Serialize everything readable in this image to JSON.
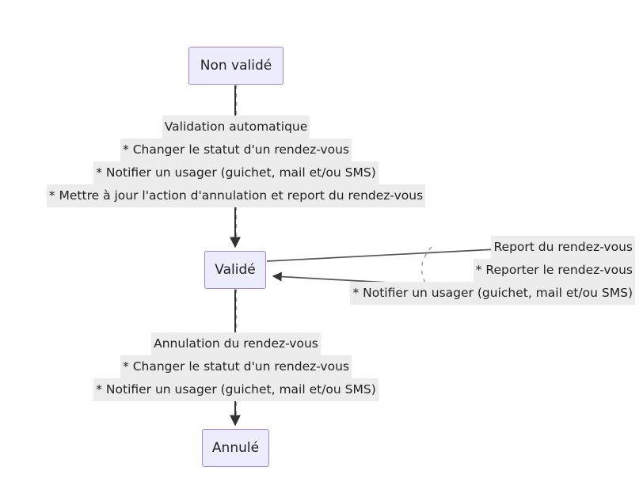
{
  "diagram": {
    "type": "state-diagram",
    "background_color": "#ffffff",
    "node_fill": "#ececfd",
    "node_border": "#9f87d4",
    "label_background": "#ececec",
    "edge_color": "#333333",
    "dashed_guide_color": "#9e9e9e",
    "states": [
      {
        "id": "non-valide",
        "label": "Non validé"
      },
      {
        "id": "valide",
        "label": "Validé"
      },
      {
        "id": "annule",
        "label": "Annulé"
      }
    ],
    "transitions": [
      {
        "id": "validation-automatique",
        "from": "non-valide",
        "to": "valide",
        "lines": [
          "Validation automatique",
          "* Changer le statut d'un rendez-vous",
          "* Notifier un usager (guichet, mail et/ou SMS)",
          "* Mettre à jour l'action d'annulation et report du rendez-vous"
        ]
      },
      {
        "id": "report-du-rendez-vous",
        "from": "valide",
        "to": "valide",
        "self_loop": true,
        "lines": [
          "Report du rendez-vous",
          "* Reporter le rendez-vous",
          "* Notifier un usager (guichet, mail et/ou SMS)"
        ]
      },
      {
        "id": "annulation-du-rendez-vous",
        "from": "valide",
        "to": "annule",
        "lines": [
          "Annulation du rendez-vous",
          "* Changer le statut d'un rendez-vous",
          "* Notifier un usager (guichet, mail et/ou SMS)"
        ]
      }
    ]
  }
}
